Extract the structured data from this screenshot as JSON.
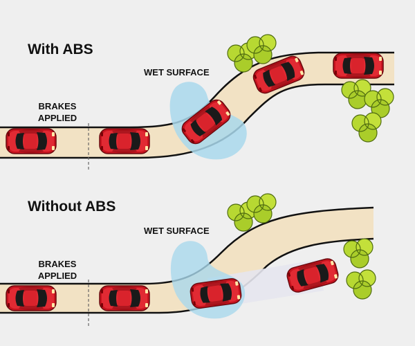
{
  "panels": [
    {
      "title": "With ABS",
      "wet_label": "WET SURFACE",
      "brakes_line1": "BRAKES",
      "brakes_line2": "APPLIED"
    },
    {
      "title": "Without ABS",
      "wet_label": "WET SURFACE",
      "brakes_line1": "BRAKES",
      "brakes_line2": "APPLIED"
    }
  ],
  "colors": {
    "background": "#efefef",
    "road": "#f2e2c4",
    "road_edge": "#111111",
    "wet_patch": "#a9d8ec",
    "car_body": "#d0202a",
    "tree": "#b7d832",
    "skid_trail": "#e6e6ee"
  }
}
